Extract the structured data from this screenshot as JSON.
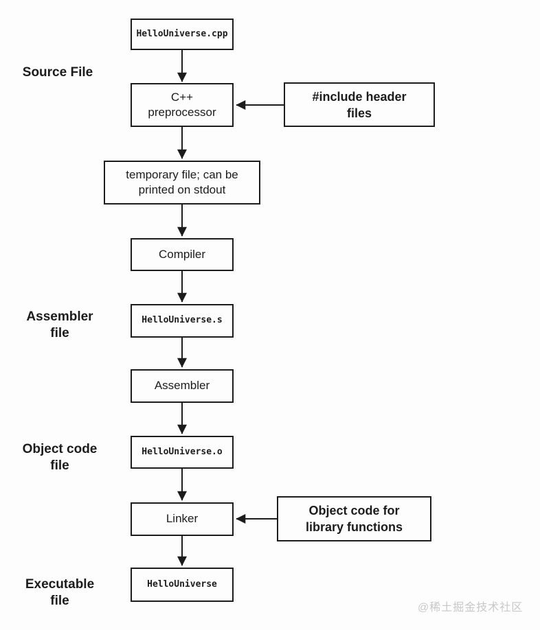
{
  "nodes": {
    "cpp": "HelloUniverse.cpp",
    "preprocessor": "C++\npreprocessor",
    "temp_file": "temporary file; can be\nprinted on stdout",
    "compiler": "Compiler",
    "asm": "HelloUniverse.s",
    "assembler": "Assembler",
    "obj": "HelloUniverse.o",
    "linker": "Linker",
    "exe": "HelloUniverse"
  },
  "callouts": {
    "include_headers": "#include header\nfiles",
    "library_objects": "Object code for\nlibrary functions"
  },
  "stage_labels": {
    "source": "Source File",
    "assembler": "Assembler\nfile",
    "object": "Object code\nfile",
    "executable": "Executable\nfile"
  },
  "watermark": "@稀土掘金技术社区",
  "colors": {
    "line": "#1c1c1c",
    "background": "#fdfdfd",
    "watermark": "#c8c8c8"
  }
}
